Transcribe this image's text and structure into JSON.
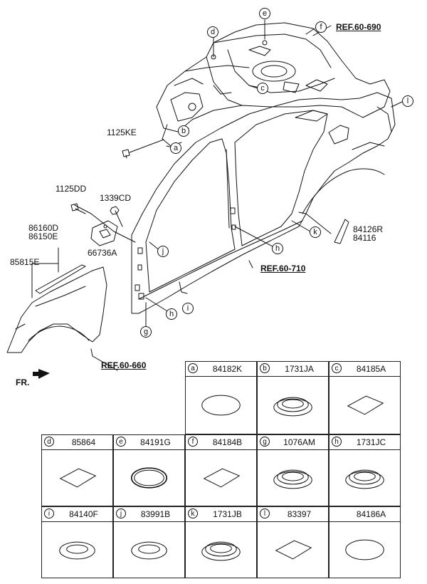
{
  "refs": {
    "ref_690": "REF.60-690",
    "ref_710": "REF.60-710",
    "ref_660": "REF.60-660",
    "front": "FR."
  },
  "part_labels": {
    "p1125KE": "1125KE",
    "p1125DD": "1125DD",
    "p1339CD": "1339CD",
    "p86160D": "86160D",
    "p86150E": "86150E",
    "p85815E": "85815E",
    "p66736A": "66736A",
    "p84126R": "84126R",
    "p84116": "84116"
  },
  "callouts": {
    "a": "a",
    "b": "b",
    "c": "c",
    "d": "d",
    "e": "e",
    "f": "f",
    "g": "g",
    "h": "h",
    "h2": "h",
    "i": "i",
    "j": "j",
    "k": "k",
    "l": "l"
  },
  "parts_table": [
    {
      "letter": "a",
      "part": "84182K",
      "icon": "oval-plug-icon"
    },
    {
      "letter": "b",
      "part": "1731JA",
      "icon": "grommet-icon"
    },
    {
      "letter": "c",
      "part": "84185A",
      "icon": "diamond-pad-icon"
    },
    {
      "letter": "d",
      "part": "85864",
      "icon": "diamond-pad-icon"
    },
    {
      "letter": "e",
      "part": "84191G",
      "icon": "ring-plug-icon"
    },
    {
      "letter": "f",
      "part": "84184B",
      "icon": "diamond-pad-icon"
    },
    {
      "letter": "g",
      "part": "1076AM",
      "icon": "grommet-icon"
    },
    {
      "letter": "h",
      "part": "1731JC",
      "icon": "grommet-icon"
    },
    {
      "letter": "i",
      "part": "84140F",
      "icon": "flat-plug-icon"
    },
    {
      "letter": "j",
      "part": "83991B",
      "icon": "flat-plug-icon"
    },
    {
      "letter": "k",
      "part": "1731JB",
      "icon": "grommet-icon"
    },
    {
      "letter": "l",
      "part": "83397",
      "icon": "diamond-pad-icon"
    },
    {
      "letter": "",
      "part": "84186A",
      "icon": "oval-plug-icon"
    }
  ]
}
